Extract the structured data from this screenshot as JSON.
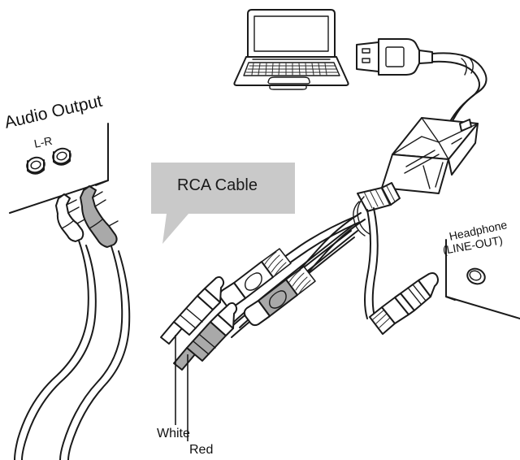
{
  "diagram": {
    "title": "RCA to USB audio capture cable connection diagram",
    "background": "#ffffff",
    "line_color": "#1a1a1a",
    "gray_fill": "#a9a9a9",
    "bubble_fill": "#c9c9c9"
  },
  "labels": {
    "audio_output": "Audio Output",
    "lr": "L-R",
    "rca_cable": "RCA Cable",
    "headphone": "Headphone",
    "line_out": "(LINE-OUT)",
    "white": "White",
    "red": "Red"
  },
  "parts": {
    "laptop": "laptop-icon",
    "usb_plug": "usb-connector",
    "adapter": "usb-audio-adapter-box",
    "rca_plug_white": "rca-plug-white",
    "rca_plug_red": "rca-plug-red",
    "din_plug_white": "din-connector-white",
    "din_plug_gray": "din-connector-gray",
    "trs_plug": "3.5mm-audio-jack",
    "jack_left": "rca-jack-left",
    "jack_right": "rca-jack-right",
    "headphone_jack": "headphone-jack-hole"
  }
}
